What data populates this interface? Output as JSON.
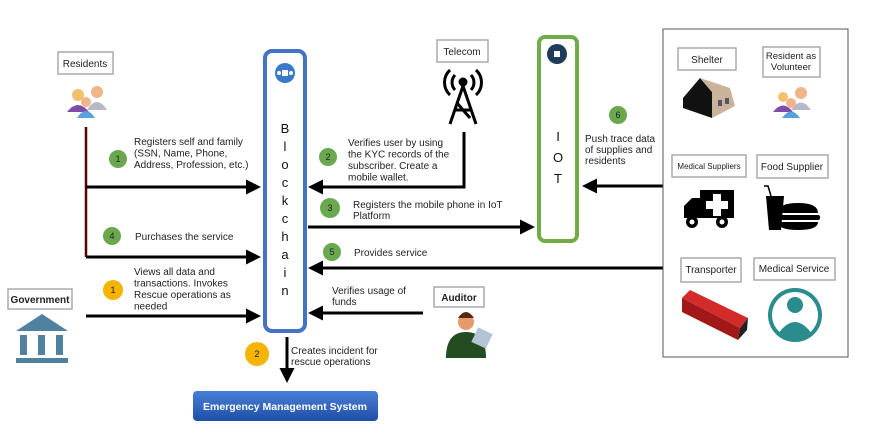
{
  "colors": {
    "blockchain": "#4472c4",
    "iot": "#70ad47",
    "badge_green": "#6aa84f",
    "badge_yellow": "#f4b400",
    "ems": "#2f5fb3",
    "medical_teal": "#2a8c8c"
  },
  "actors": {
    "residents": "Residents",
    "government": "Government",
    "telecom": "Telecom",
    "auditor": "Auditor"
  },
  "blockchain": {
    "letters": [
      "B",
      "l",
      "o",
      "c",
      "k",
      "c",
      "h",
      "a",
      "i",
      "n"
    ],
    "icon": "blockchain-network-icon"
  },
  "iot": {
    "letters": [
      "I",
      "O",
      "T"
    ],
    "icon": "chip-icon"
  },
  "steps": {
    "residents_register": {
      "badge": "1",
      "lines": [
        "Registers self and family",
        "(SSN, Name, Phone,",
        "Address, Profession, etc.)"
      ]
    },
    "residents_purchase": {
      "badge": "4",
      "lines": [
        "Purchases the service"
      ]
    },
    "gov_view": {
      "badge": "1",
      "lines": [
        "Views all data and",
        "transactions. Invokes",
        "Rescue operations as",
        "needed"
      ]
    },
    "telecom_verify": {
      "badge": "2",
      "lines": [
        "Verifies user by using",
        "the KYC records of the",
        "subscriber. Create a",
        "mobile wallet."
      ]
    },
    "register_phone": {
      "badge": "3",
      "lines": [
        "Registers the mobile phone in IoT",
        "Platform"
      ]
    },
    "provides_service": {
      "badge": "5",
      "lines": [
        "Provides service"
      ]
    },
    "auditor_verify": {
      "lines": [
        "Verifies usage of",
        "funds"
      ]
    },
    "push_trace": {
      "badge": "6",
      "lines": [
        "Push trace data",
        "of supplies and",
        "residents"
      ]
    },
    "create_incident": {
      "badge": "2",
      "lines": [
        "Creates incident for",
        "rescue operations"
      ]
    }
  },
  "providers": {
    "shelter": "Shelter",
    "volunteer": [
      "Resident  as",
      "Volunteer"
    ],
    "medical_suppliers": "Medical Suppliers",
    "food_supplier": "Food Supplier",
    "transporter": "Transporter",
    "medical_service": "Medical Service"
  },
  "ems": {
    "label": "Emergency Management System"
  }
}
